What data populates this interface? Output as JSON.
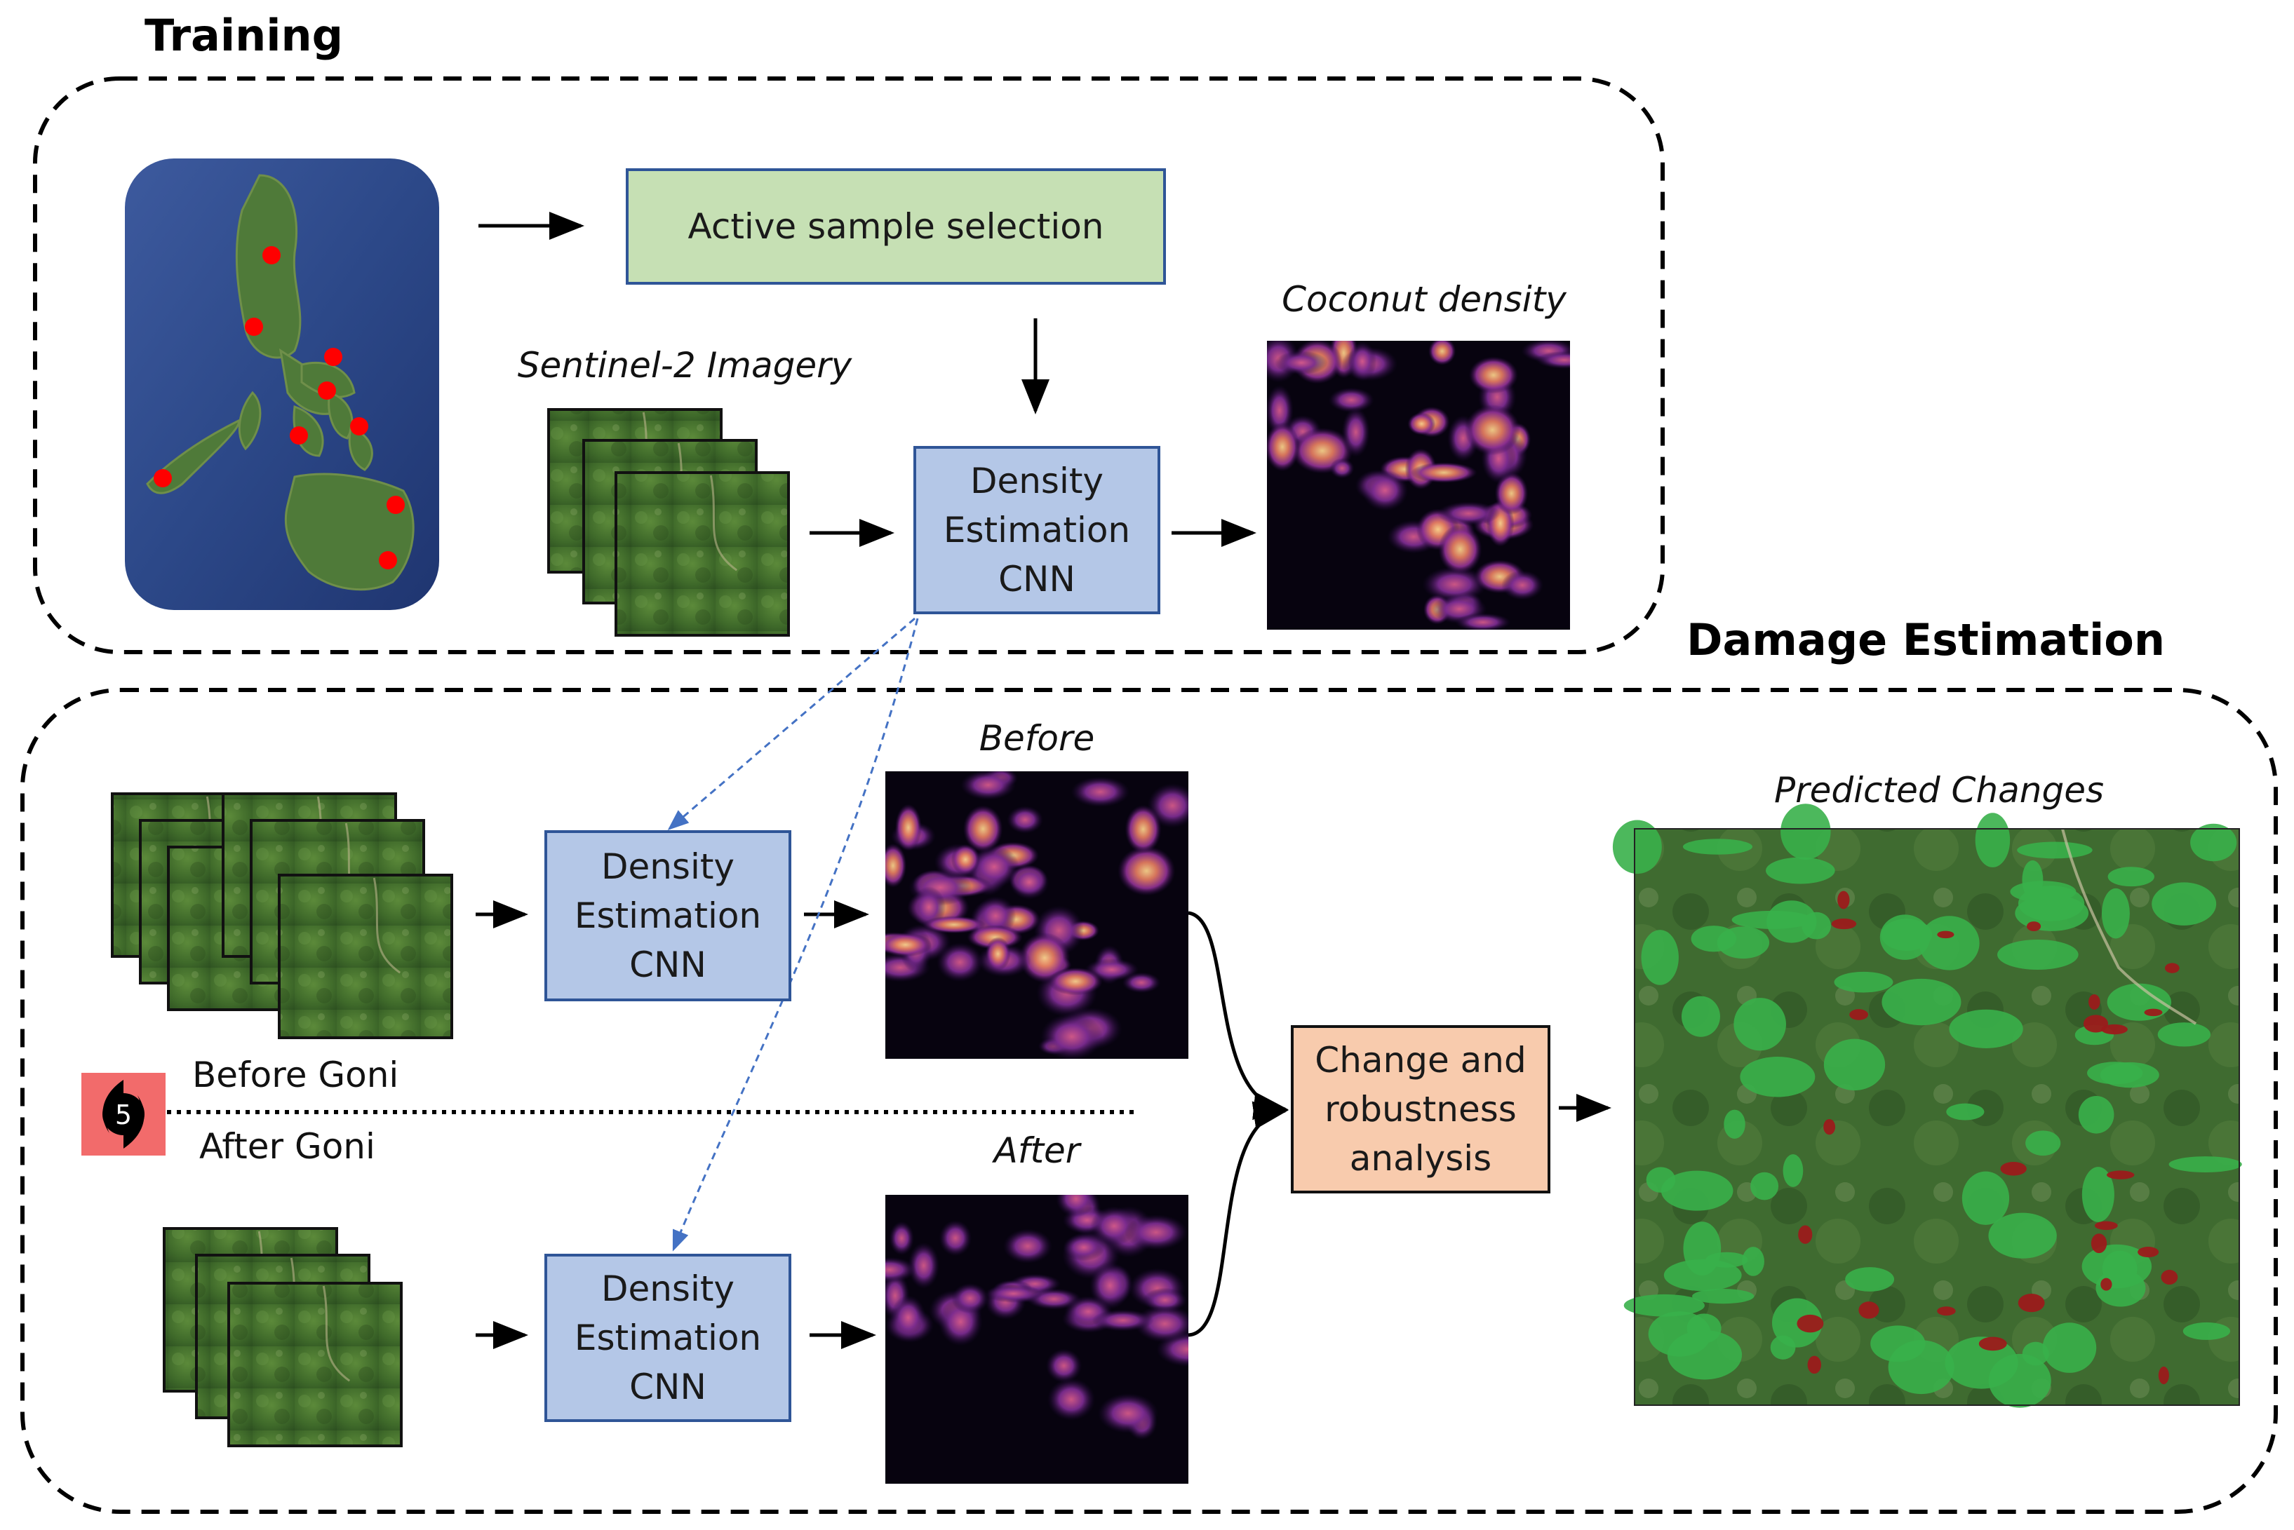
{
  "training": {
    "title": "Training",
    "active_sample_label": "Active sample selection",
    "imagery_label": "Sentinel-2 Imagery",
    "cnn_label": "Density\nEstimation\nCNN",
    "coconut_label": "Coconut density"
  },
  "damage": {
    "title": "Damage Estimation",
    "cnn_before_label": "Density\nEstimation\nCNN",
    "cnn_after_label": "Density\nEstimation\nCNN",
    "before_label": "Before",
    "after_label": "After",
    "before_goni": "Before Goni",
    "after_goni": "After Goni",
    "storm_category": "5",
    "change_label": "Change and\nrobustness\nanalysis",
    "predicted_label": "Predicted Changes"
  },
  "colors": {
    "active_box": "#c6e0b4",
    "cnn_box": "#b4c7e7",
    "change_box": "#f8cbad",
    "box_border": "#2f5597",
    "weight_link": "#4472c4",
    "sample_point": "#ff0000",
    "storm_badge": "#f26b6b"
  }
}
